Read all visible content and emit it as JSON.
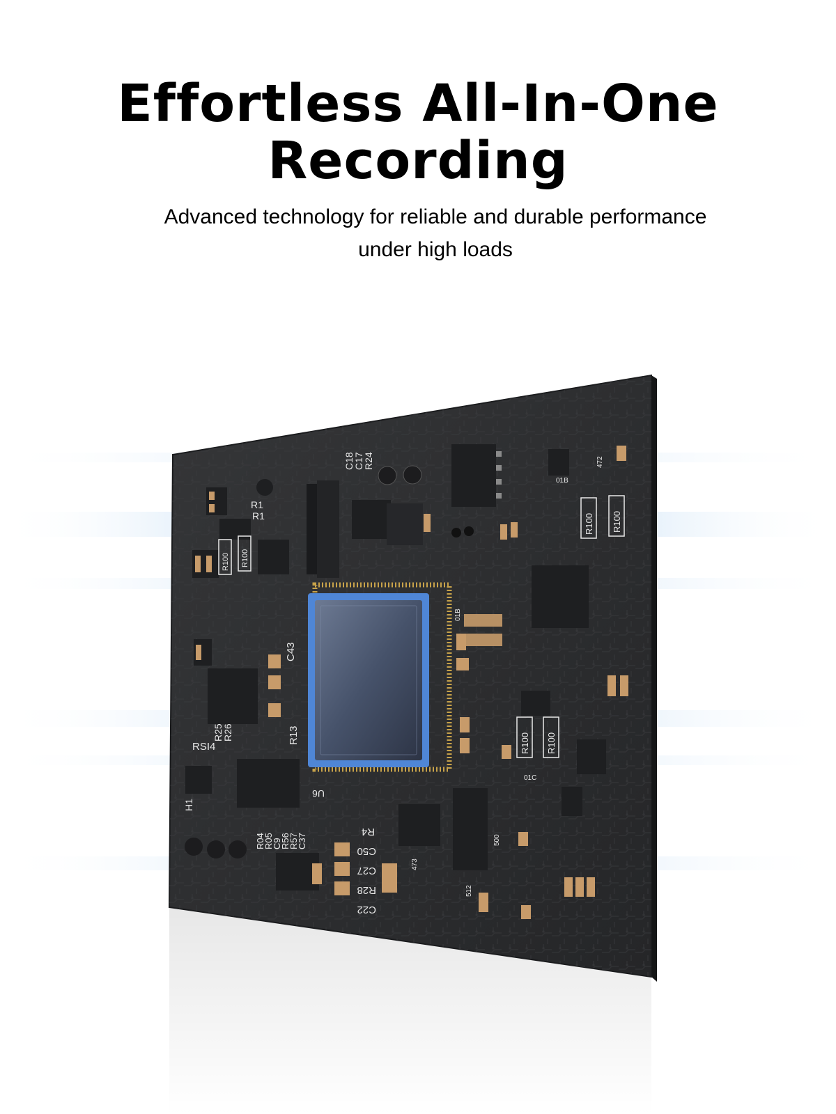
{
  "hero": {
    "title_line1": "Effortless All-In-One",
    "title_line2": "Recording",
    "subtitle_line1": "Advanced technology for reliable and durable performance",
    "subtitle_line2": "under high loads"
  },
  "board_labels": {
    "chip_u6": "U6",
    "c43": "C43",
    "r13": "R13",
    "r25": "R25",
    "r26": "R26",
    "rsi4": "RSI4",
    "h1": "H1",
    "r1a": "R1",
    "r1b": "R1",
    "c18": "C18",
    "c17": "C17",
    "r24": "R24",
    "r4": "R4",
    "c50": "C50",
    "c27": "C27",
    "r28": "R28",
    "c22": "C22",
    "r04": "R04",
    "r05": "R05",
    "c9": "C9",
    "r56": "R56",
    "r57": "R57",
    "c37": "C37",
    "r100": "R100",
    "code_01b": "01B",
    "code_01c": "01C",
    "code_473": "473",
    "code_472": "472",
    "code_512": "512",
    "code_500": "500"
  },
  "colors": {
    "board": "#2a2b2d",
    "board_edge": "#1b1c1e",
    "chip_die": "#4b5870",
    "chip_frame": "#4f86d6",
    "pins": "#c7a24a",
    "component": "#1e1f21",
    "pad": "#c79b6a",
    "silkscreen": "#e9e9e9",
    "light_streak": "#bcd9f3"
  }
}
